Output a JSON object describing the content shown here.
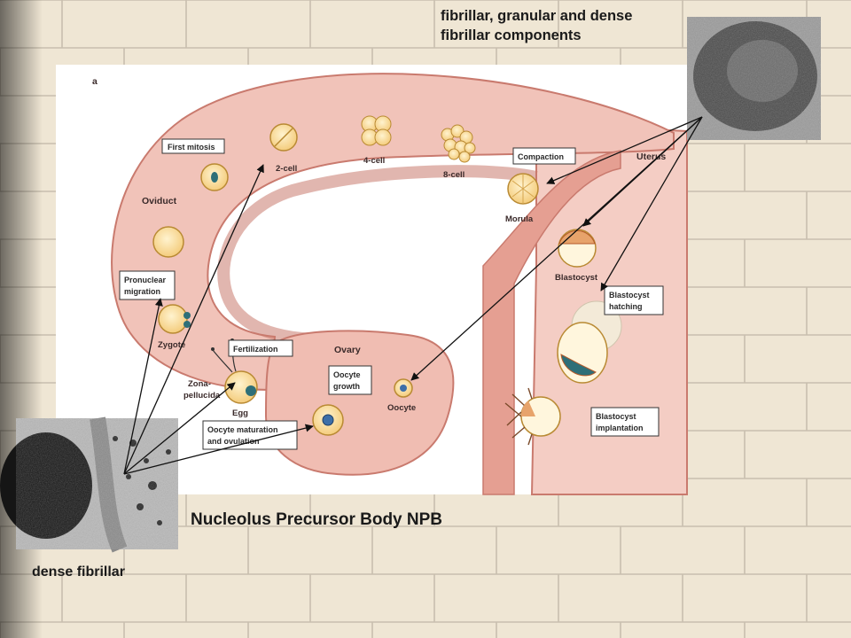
{
  "slide": {
    "top_caption": "fibrillar, granular and dense fibrillar components",
    "npb_title": "Nucleolus Precursor Body NPB",
    "bottom_caption": "dense fibrillar"
  },
  "diagram": {
    "panel_letter": "a",
    "regions": {
      "oviduct": "Oviduct",
      "uterus": "Uterus",
      "ovary": "Ovary"
    },
    "stage_labels": {
      "two_cell": "2-cell",
      "four_cell": "4-cell",
      "eight_cell": "8-cell",
      "morula": "Morula",
      "blastocyst": "Blastocyst",
      "zygote": "Zygote",
      "zona": "Zona-",
      "pellucida": "pellucida",
      "egg": "Egg",
      "oocyte": "Oocyte"
    },
    "callouts": {
      "first_mitosis": "First mitosis",
      "compaction": "Compaction",
      "pronuclear_1": "Pronuclear",
      "pronuclear_2": "migration",
      "fertilization": "Fertilization",
      "oocyte_growth_1": "Oocyte",
      "oocyte_growth_2": "growth",
      "blast_hatch_1": "Blastocyst",
      "blast_hatch_2": "hatching",
      "maturation_1": "Oocyte maturation",
      "maturation_2": "and ovulation",
      "blast_impl_1": "Blastocyst",
      "blast_impl_2": "implantation"
    }
  },
  "colors": {
    "tract_fill": "#f0c0b6",
    "tract_stroke": "#c97a6e",
    "cell_fill": "#fbe3a6",
    "cell_stroke": "#b98a33",
    "nucleus": "#2e6f78"
  }
}
